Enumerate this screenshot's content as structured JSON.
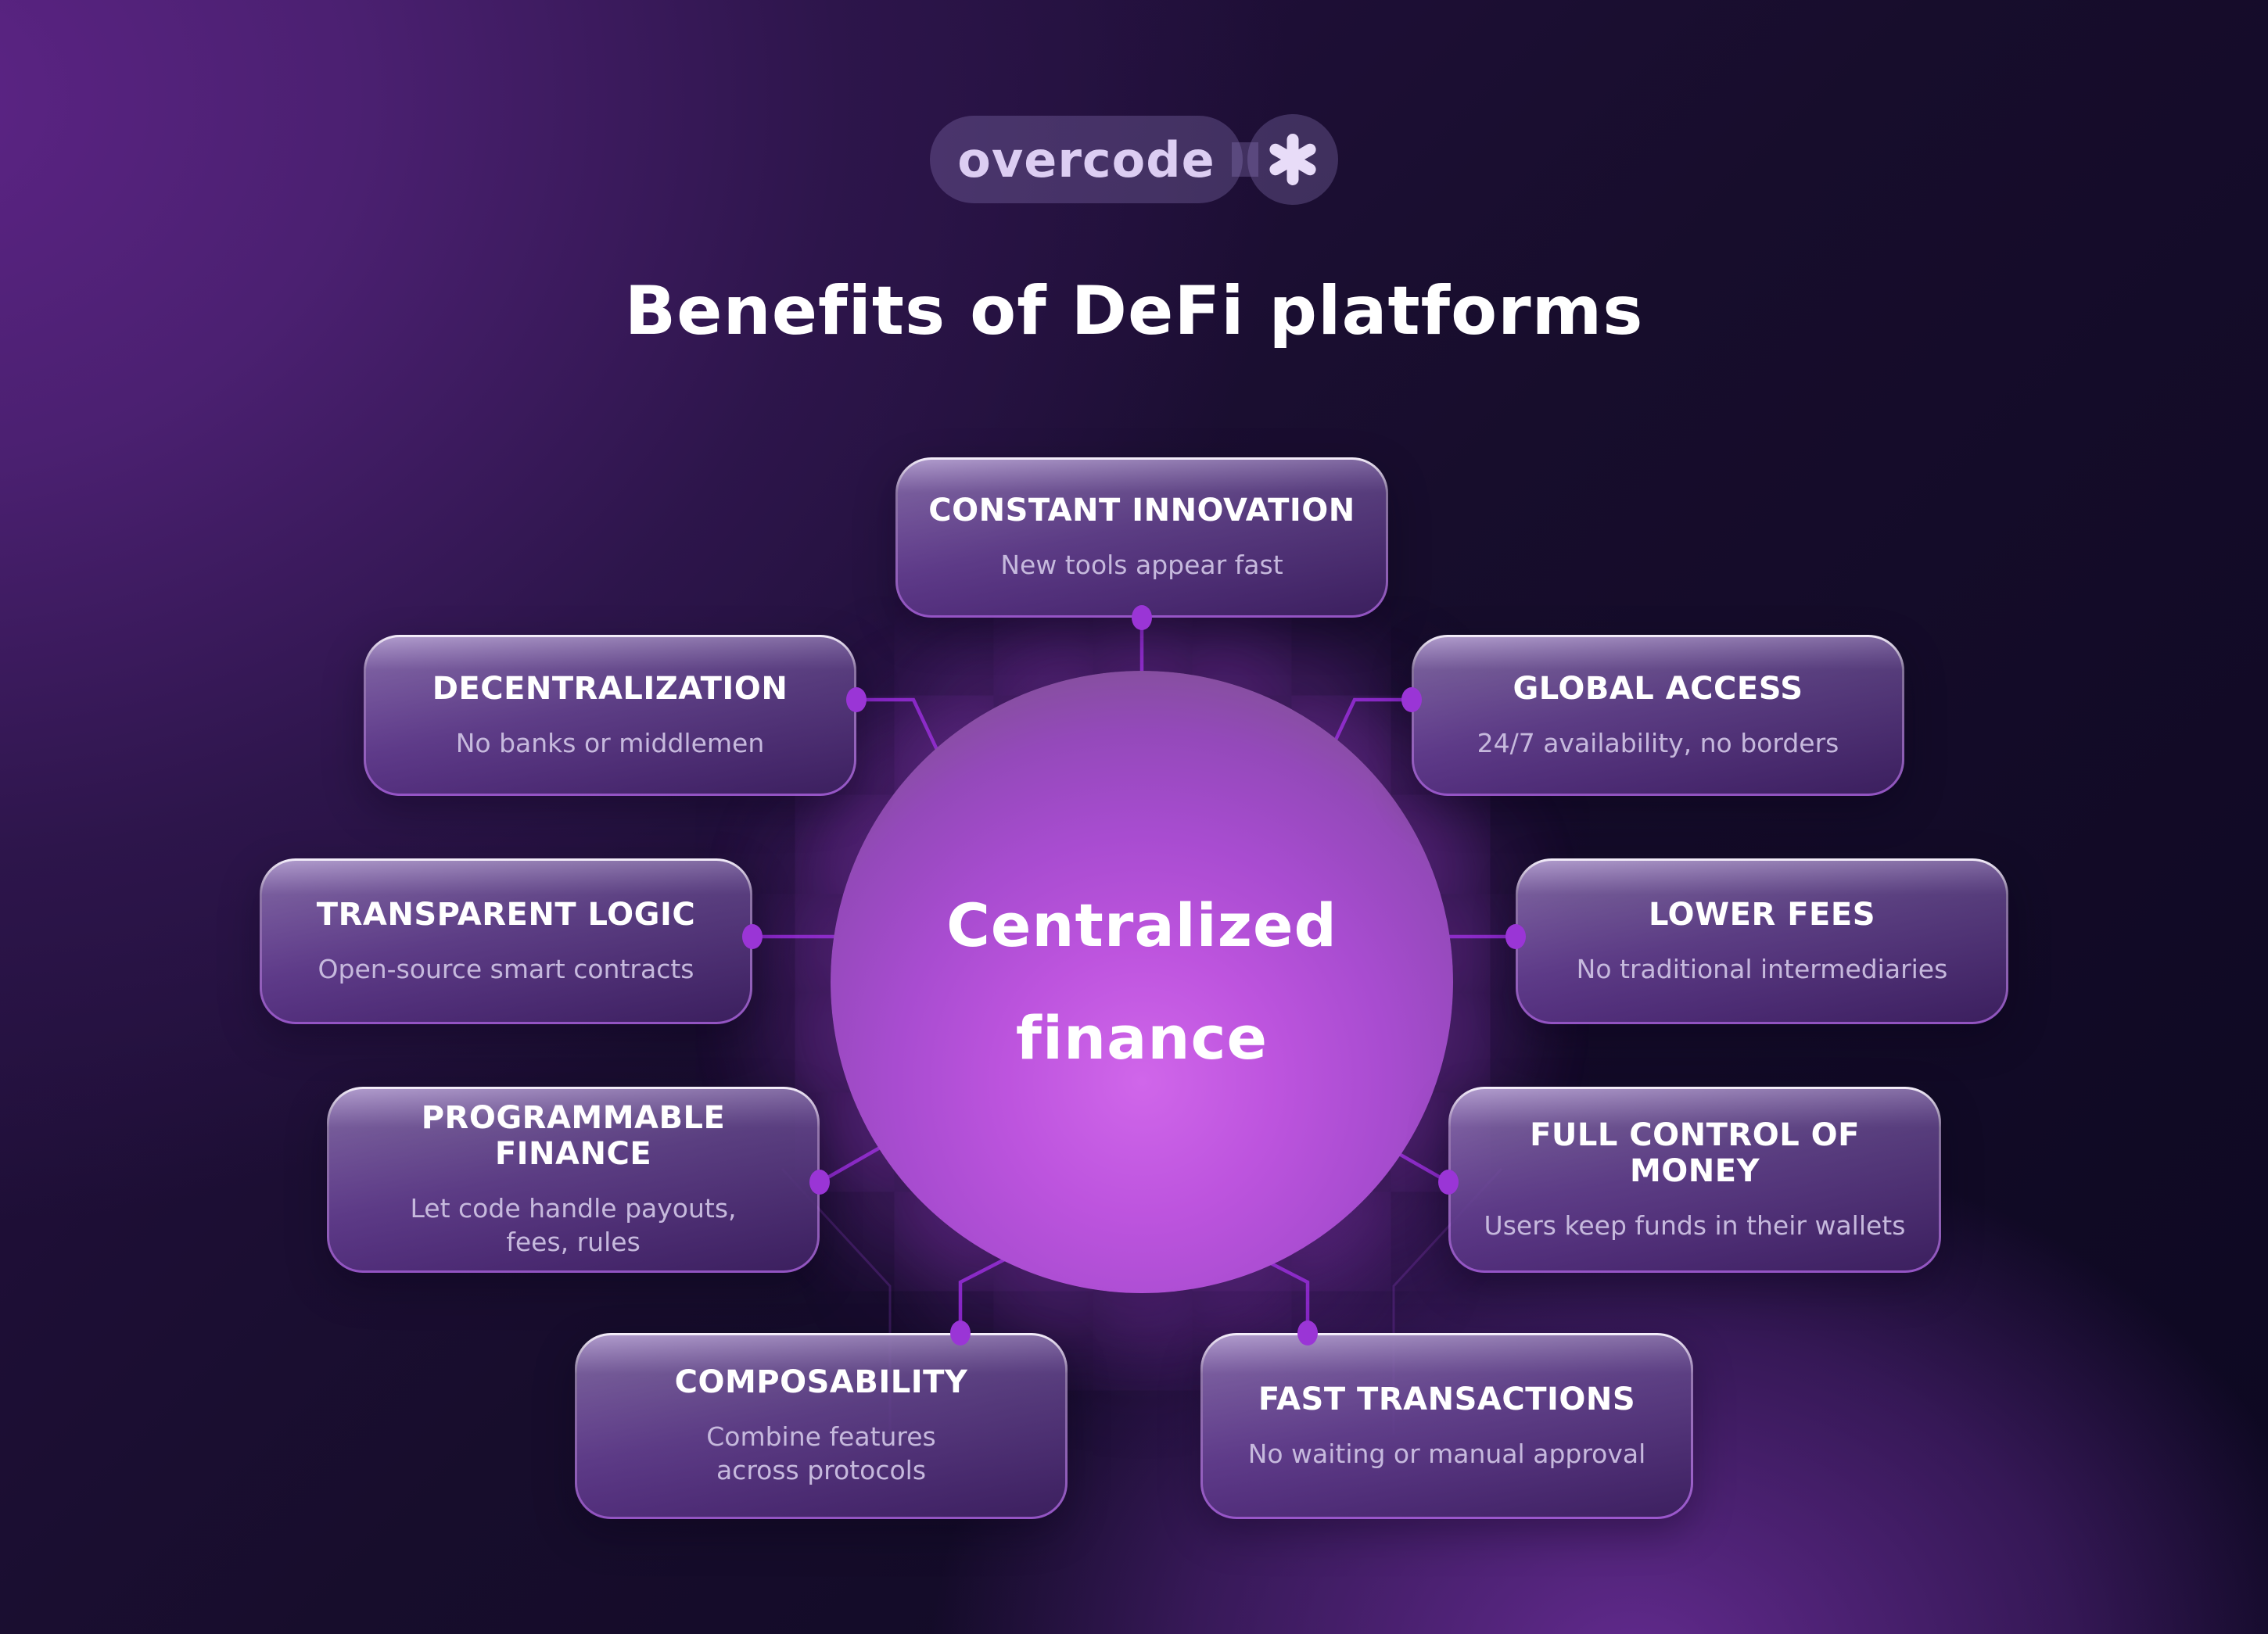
{
  "logo": {
    "text": "overcode",
    "mark_icon": "asterisk-icon"
  },
  "title": "Benefits of DeFi platforms",
  "center": {
    "line1": "Centralized",
    "line2": "finance"
  },
  "cards": [
    {
      "id": "constant-innovation",
      "title": "CONSTANT INNOVATION",
      "subtitle": "New tools appear fast"
    },
    {
      "id": "decentralization",
      "title": "DECENTRALIZATION",
      "subtitle": "No banks or middlemen"
    },
    {
      "id": "global-access",
      "title": "GLOBAL ACCESS",
      "subtitle": "24/7 availability, no borders"
    },
    {
      "id": "transparent-logic",
      "title": "TRANSPARENT LOGIC",
      "subtitle": "Open-source smart contracts"
    },
    {
      "id": "lower-fees",
      "title": "LOWER FEES",
      "subtitle": "No traditional intermediaries"
    },
    {
      "id": "programmable-finance",
      "title": "PROGRAMMABLE FINANCE",
      "subtitle": "Let code handle payouts,\nfees, rules"
    },
    {
      "id": "full-control-of-money",
      "title": "FULL CONTROL OF MONEY",
      "subtitle": "Users keep funds in their wallets"
    },
    {
      "id": "composability",
      "title": "COMPOSABILITY",
      "subtitle": "Combine features\nacross protocols"
    },
    {
      "id": "fast-transactions",
      "title": "FAST TRANSACTIONS",
      "subtitle": "No waiting or manual approval"
    }
  ],
  "colors": {
    "background_base": "#0d0821",
    "background_glow_topleft": "#5d2486",
    "background_glow_bottomright": "#6b2f9a",
    "circle_core": "#d066ea",
    "circle_edge": "#6f5c7f",
    "connector_line": "#8826c8",
    "connector_dot": "#9a35d6",
    "card_border_top": "#f6f0fc",
    "card_border_bottom": "#a860dc",
    "title_text": "#ffffff",
    "subtitle_text": "#c6b9dd",
    "logo_text": "#dccdf2"
  }
}
